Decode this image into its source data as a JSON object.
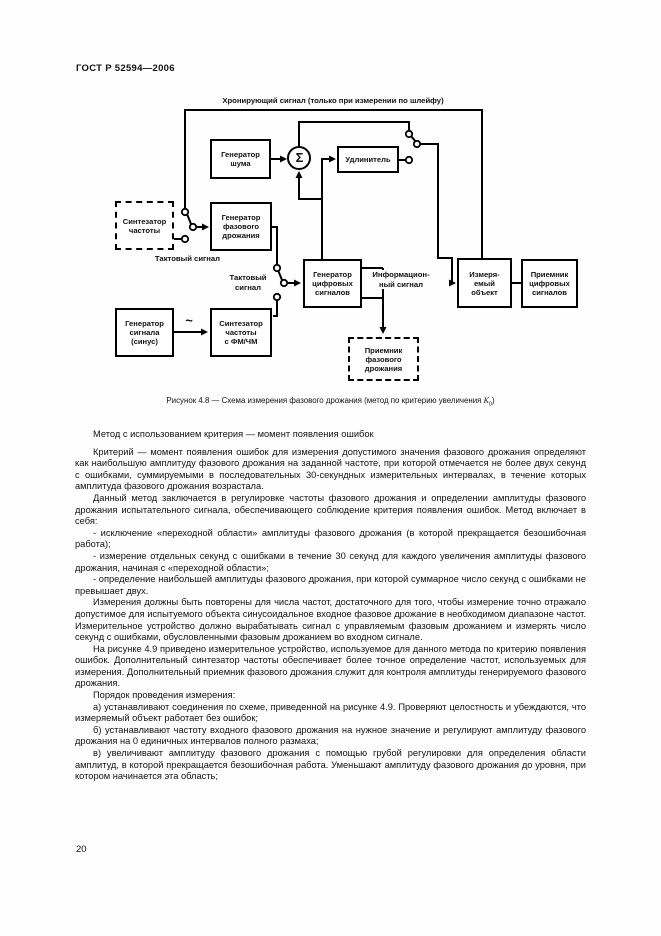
{
  "header": {
    "title": "ГОСТ Р 52594—2006"
  },
  "diagram": {
    "label_timing": "Хронирующий сигнал (только при измерении по шлейфу)",
    "label_clock1": "Тактовый сигнал",
    "label_clock2": "Тактовый\nсигнал",
    "label_info": "Информацион-\nный сигнал",
    "sum_symbol": "Σ",
    "sine_symbol": "~",
    "blocks": {
      "noise_gen": "Генератор\nшума",
      "extender": "Удлинитель",
      "freq_synth": "Синтезатор\nчастоты",
      "jitter_gen": "Генератор\nфазового\nдрожания",
      "sine_gen": "Генератор\nсигнала\n(синус)",
      "fm_synth": "Синтезатор\nчастоты\nс ФМ/ЧМ",
      "digital_gen": "Генератор\nцифровых\nсигналов",
      "measured_obj": "Измеря-\nемый\nобъект",
      "digital_rx": "Приемник\nцифровых\nсигналов",
      "jitter_rx": "Приемник\nфазового\nдрожания"
    }
  },
  "caption": {
    "prefix": "Рисунок 4.8 — Схема измерения фазового дрожания (метод по критерию увеличения ",
    "k": "K",
    "k_sub": "0",
    "suffix": ")"
  },
  "body": {
    "paragraphs": [
      "Метод с использованием критерия — момент появления ошибок",
      "Критерий — момент появления ошибок для измерения допустимого значения фазового дрожания определяют как наибольшую амплитуду фазового дрожания на заданной частоте, при которой отмечается не более двух секунд с ошибками, суммируемыми в последовательных 30-секундных измерительных интервалах, в течение которых амплитуда фазового дрожания возрастала.",
      "Данный метод заключается в регулировке частоты фазового дрожания и определении амплитуды фазового дрожания испытательного сигнала, обеспечивающего соблюдение критерия появления ошибок. Метод включает в себя:",
      "- исключение «переходной области» амплитуды фазового дрожания (в которой прекращается безошибочная работа);",
      "- измерение отдельных секунд с ошибками в течение 30 секунд для каждого увеличения амплитуды фазового дрожания, начиная с «переходной области»;",
      "- определение наибольшей амплитуды фазового дрожания, при которой суммарное число секунд с ошибками не превышает двух.",
      "Измерения должны быть повторены для числа частот, достаточного для того, чтобы измерение точно отражало допустимое для испытуемого объекта синусоидальное входное фазовое дрожание в необходимом диапазоне частот. Измерительное устройство должно вырабатывать сигнал с управляемым фазовым дрожанием и измерять число секунд с ошибками, обусловленными фазовым дрожанием во входном сигнале.",
      "На рисунке 4.9 приведено измерительное устройство, используемое для данного метода по критерию появления ошибок. Дополнительный синтезатор частоты обеспечивает более точное определение частот, используемых для измерения. Дополнительный приемник фазового дрожания служит для контроля амплитуды генерируемого фазового дрожания.",
      "Порядок проведения измерения:",
      "а)  устанавливают соединения по схеме, приведенной на рисунке 4.9. Проверяют целостность и убеждаются, что измеряемый объект работает без ошибок;",
      "б)  устанавливают частоту входного фазового дрожания на нужное значение и регулируют амплитуду фазового дрожания на 0 единичных интервалов полного размаха;",
      "в)  увеличивают амплитуду фазового дрожания с помощью грубой регулировки для определения области амплитуд, в которой прекращается безошибочная работа. Уменьшают амплитуду фазового дрожания до уровня, при котором начинается эта область;"
    ]
  },
  "footer": {
    "page_number": "20"
  }
}
